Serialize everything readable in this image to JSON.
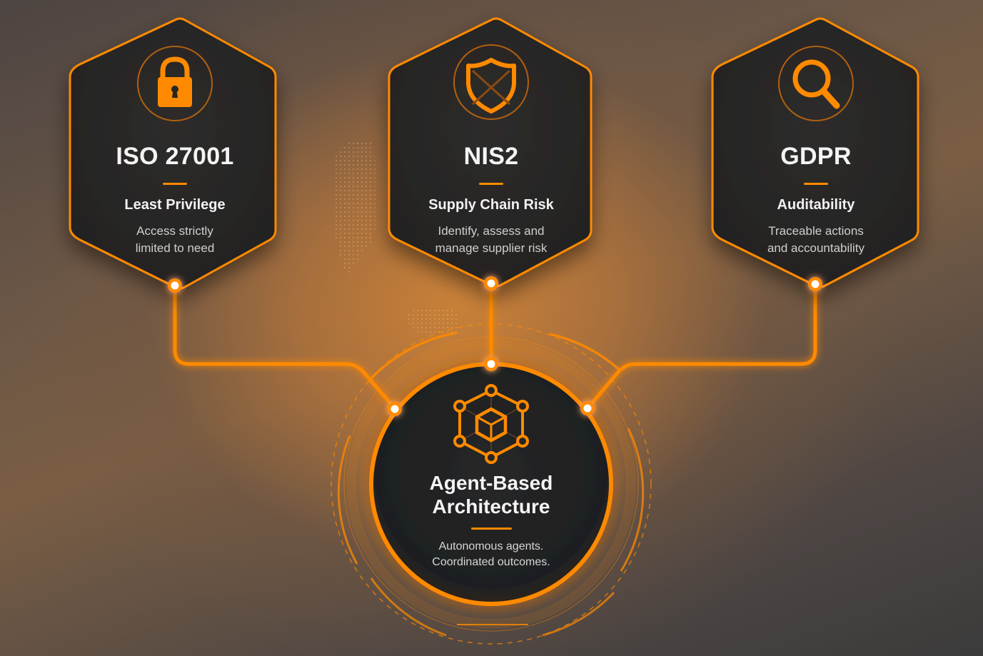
{
  "colors": {
    "accent": "#ff8a00",
    "card_fill": "#262524",
    "node_fill": "#ffffff",
    "text_primary": "#f4f4f4",
    "text_secondary": "#cfcfcf"
  },
  "cards": [
    {
      "id": "iso27001",
      "icon": "lock-icon",
      "title": "ISO 27001",
      "subtitle": "Least Privilege",
      "desc_line1": "Access strictly",
      "desc_line2": "limited to need"
    },
    {
      "id": "nis2",
      "icon": "shield-icon",
      "title": "NIS2",
      "subtitle": "Supply Chain Risk",
      "desc_line1": "Identify, assess and",
      "desc_line2": "manage supplier risk"
    },
    {
      "id": "gdpr",
      "icon": "magnifier-icon",
      "title": "GDPR",
      "subtitle": "Auditability",
      "desc_line1": "Traceable actions",
      "desc_line2": "and accountability"
    }
  ],
  "hub": {
    "icon": "agent-network-icon",
    "title_line1": "Agent-Based",
    "title_line2": "Architecture",
    "desc_line1": "Autonomous agents.",
    "desc_line2": "Coordinated outcomes."
  }
}
